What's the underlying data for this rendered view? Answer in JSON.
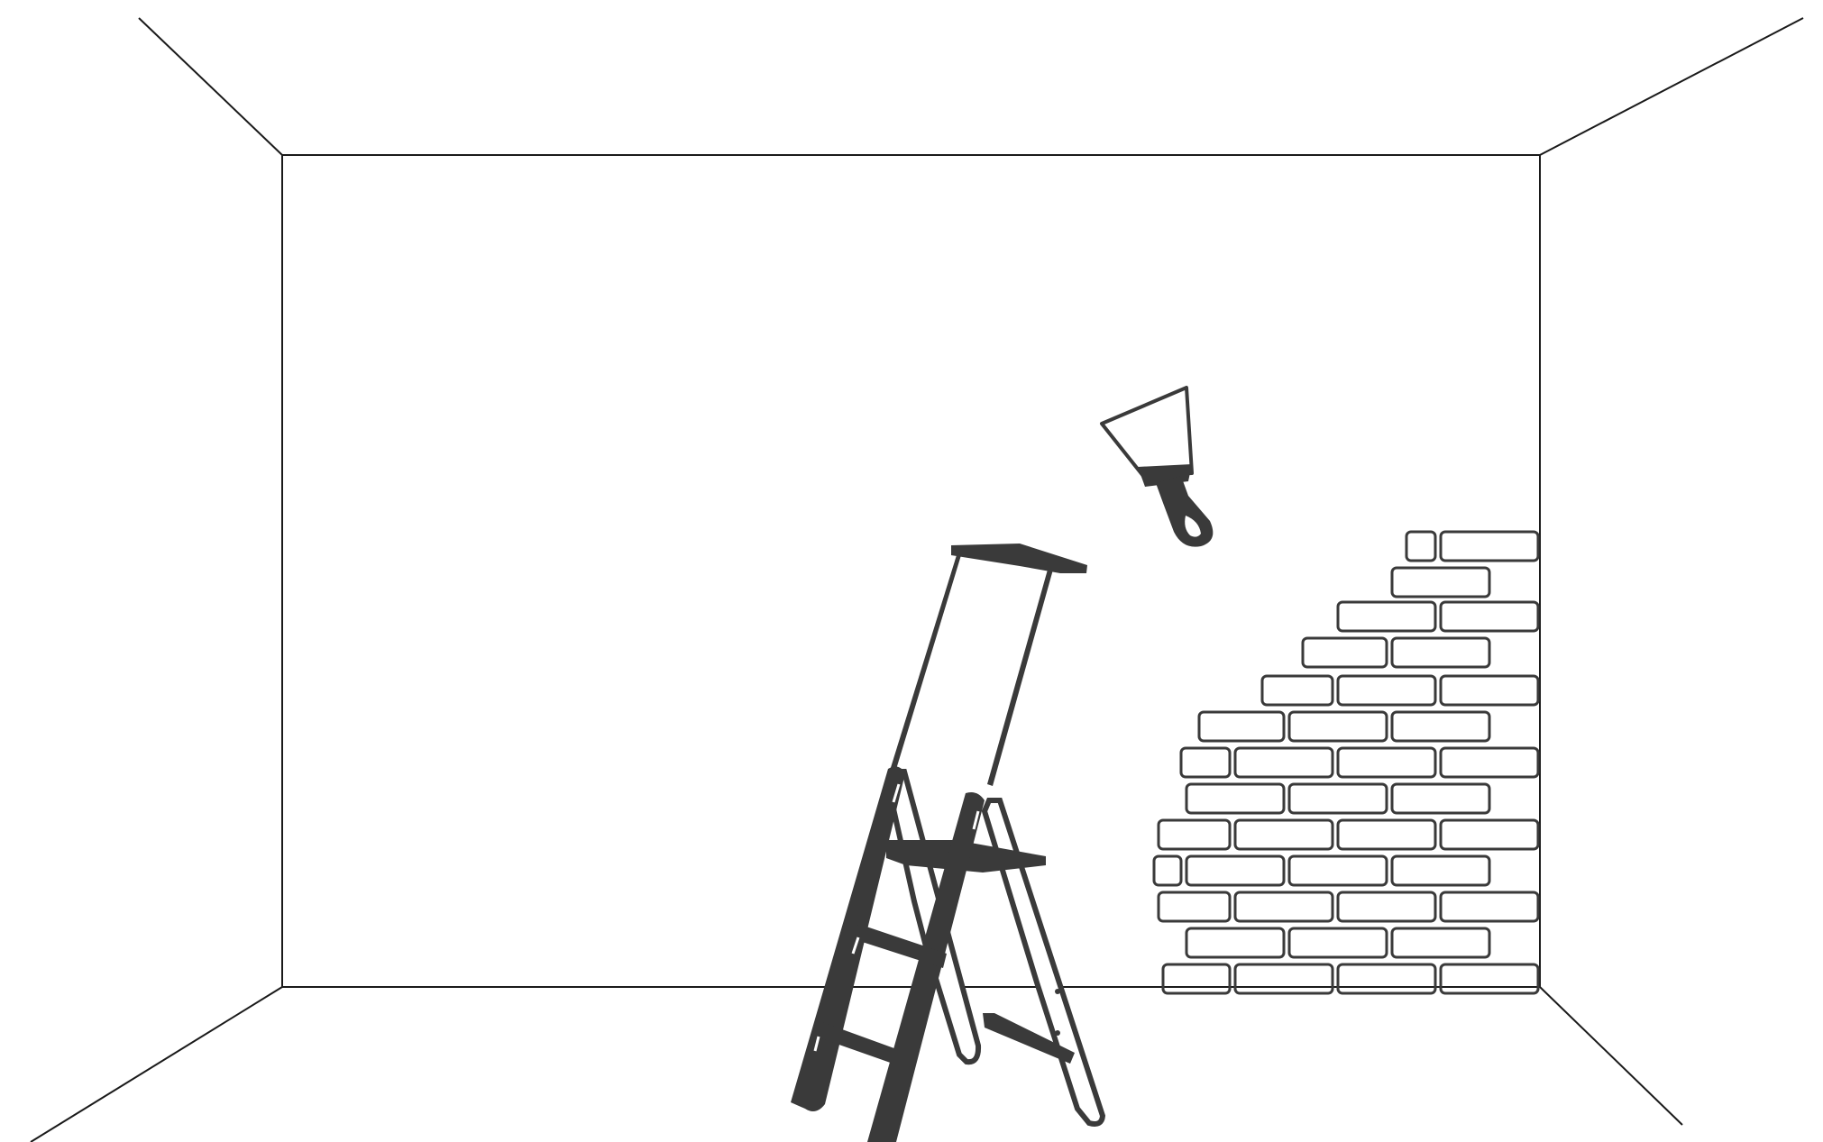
{
  "scene": {
    "colors": {
      "background": "#ffffff",
      "room_lines": "#1a1a1a",
      "objects": "#3a3a3a"
    },
    "elements": [
      "room-outline",
      "brick-patch",
      "step-ladder",
      "putty-knife"
    ]
  }
}
